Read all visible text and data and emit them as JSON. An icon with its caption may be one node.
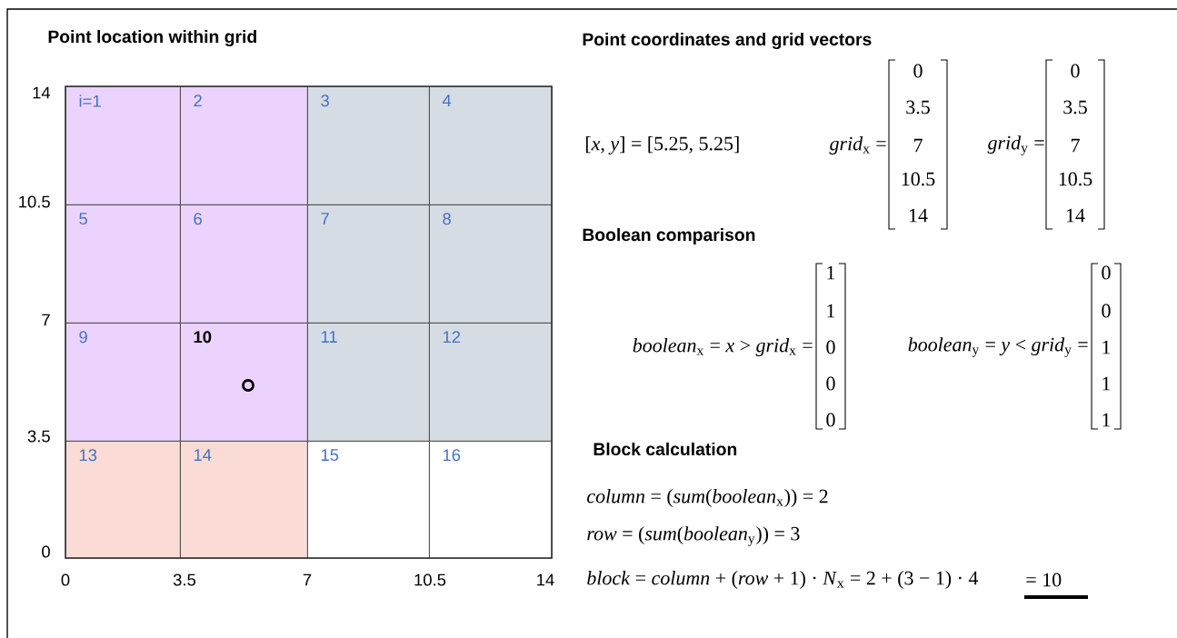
{
  "diagram": {
    "nodes": [
      {
        "text": [
          "i=1"
        ]
      },
      {
        "text": [
          "2"
        ]
      },
      {
        "text": [
          "3"
        ]
      },
      {
        "text": [
          "4"
        ]
      },
      {
        "text": [
          "5"
        ]
      },
      {
        "text": [
          "6"
        ]
      },
      {
        "text": [
          "7"
        ]
      },
      {
        "text": [
          "8"
        ]
      },
      {
        "text": [
          "9"
        ]
      },
      {
        "text": [
          "10"
        ]
      },
      {
        "text": [
          "11"
        ]
      },
      {
        "text": [
          "12"
        ]
      },
      {
        "text": [
          "13"
        ]
      },
      {
        "text": [
          "14"
        ]
      },
      {
        "text": [
          "15"
        ]
      },
      {
        "text": [
          "16"
        ]
      }
    ],
    "labels": [
      "Point location within grid",
      "14",
      "10.5",
      "7",
      "3.5",
      "0",
      "0",
      "3.5",
      "7",
      "10.5",
      "14",
      "Point coordinates and grid vectors",
      "[*x*, *y*] = [5.25, 5.25]",
      "*grid*$_{x}$ =",
      "0",
      "3.5",
      "7",
      "10.5",
      "14",
      "*grid*$_{y}$ =",
      "0",
      "3.5",
      "7",
      "10.5",
      "14",
      "Boolean comparison",
      "*boolean*$_{x}$ = *x* > *grid*$_{x}$ =",
      "1",
      "1",
      "0",
      "0",
      "0",
      "*boolean*$_{y}$ = *y* < *grid*$_{y}$ =",
      "0",
      "0",
      "1",
      "1",
      "1",
      "Block calculation",
      "*column* = (*sum*(*boolean*$_{x}$)) = 2",
      "*row* = (*sum*(*boolean*$_{y}$)) = 3",
      "*block* = *column* + (*row* + 1) · *N*$_{x}$ = 2 + (3 − 1) · 4",
      "= 10"
    ]
  }
}
